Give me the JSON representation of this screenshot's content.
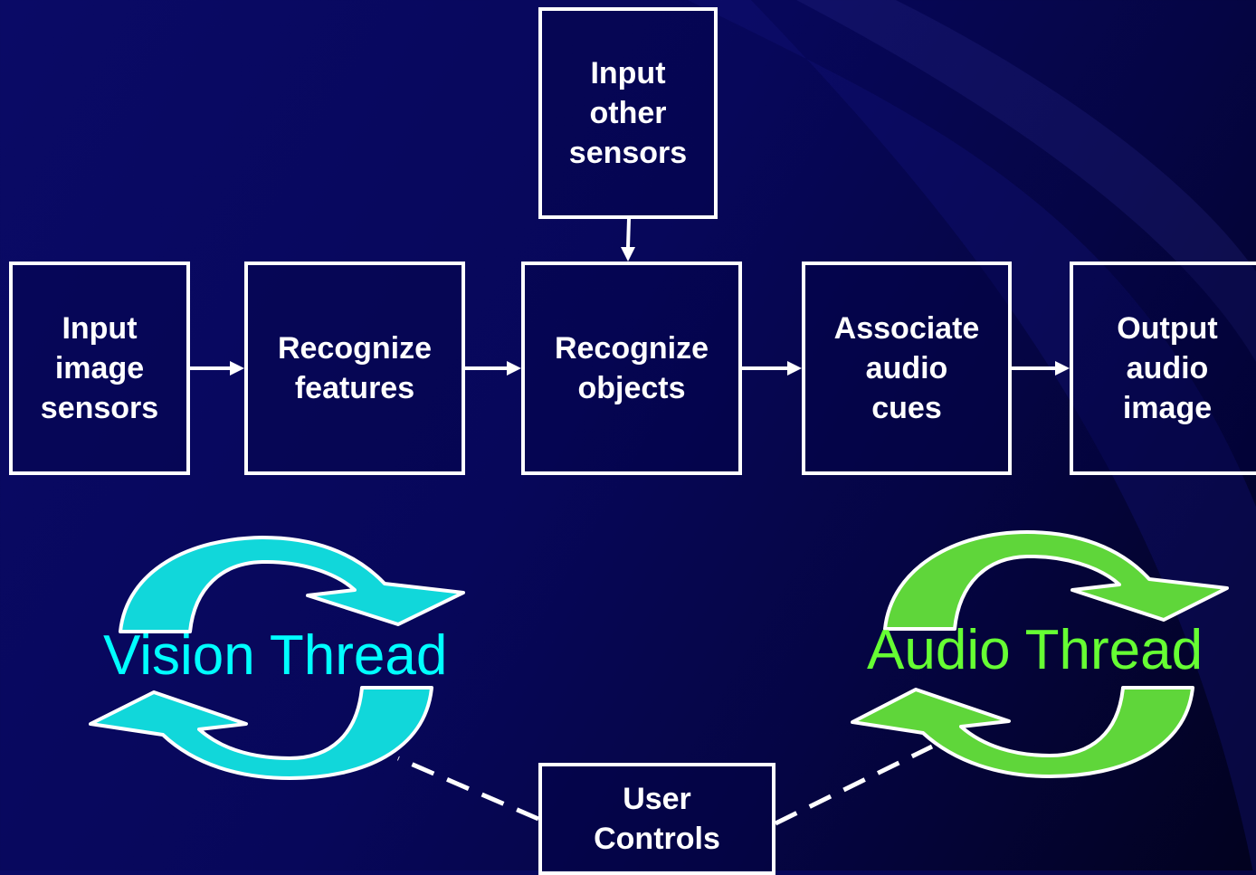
{
  "diagram": {
    "nodes": {
      "other_sensors": "Input\nother\nsensors",
      "image_sensors": "Input\nimage\nsensors",
      "recognize_features": "Recognize\nfeatures",
      "recognize_objects": "Recognize\nobjects",
      "associate_audio_cues": "Associate\naudio\ncues",
      "output_audio_image": "Output\naudio\nimage",
      "user_controls": "User\nControls"
    },
    "threads": {
      "vision": {
        "label": "Vision Thread",
        "color": "#00ffff",
        "arrow_color": "#11d7da"
      },
      "audio": {
        "label": "Audio Thread",
        "color": "#66ff33",
        "arrow_color": "#5fd63a"
      }
    },
    "edges": [
      [
        "image_sensors",
        "recognize_features"
      ],
      [
        "recognize_features",
        "recognize_objects"
      ],
      [
        "other_sensors",
        "recognize_objects"
      ],
      [
        "recognize_objects",
        "associate_audio_cues"
      ],
      [
        "associate_audio_cues",
        "output_audio_image"
      ]
    ],
    "dashed_links": [
      [
        "user_controls",
        "vision_thread"
      ],
      [
        "user_controls",
        "audio_thread"
      ]
    ]
  }
}
